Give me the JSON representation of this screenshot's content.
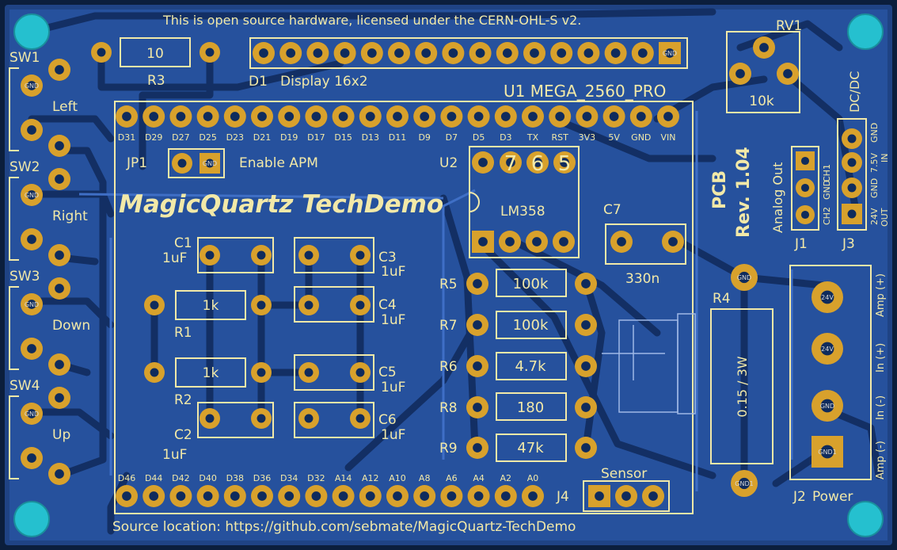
{
  "board": {
    "license_text": "This is open source hardware, licensed under the CERN-OHL-S v2.",
    "title": "MagicQuartz TechDemo",
    "source_text": "Source location: https://github.com/sebmate/MagicQuartz-TechDemo",
    "pcb_label": "PCB",
    "rev_label": "Rev. 1.04",
    "analog_out_label": "Analog Out",
    "dcdc_label": "DC/DC",
    "enable_apm": "Enable APM",
    "display_label": "Display 16x2",
    "u1_label": "U1 MEGA_2560_PRO",
    "sensor_label": "Sensor"
  },
  "switches": [
    {
      "ref": "SW1",
      "name": "Left"
    },
    {
      "ref": "SW2",
      "name": "Right"
    },
    {
      "ref": "SW3",
      "name": "Down"
    },
    {
      "ref": "SW4",
      "name": "Up"
    }
  ],
  "resistors": [
    {
      "ref": "R3",
      "value": "10"
    },
    {
      "ref": "R1",
      "value": "1k"
    },
    {
      "ref": "R2",
      "value": "1k"
    },
    {
      "ref": "R5",
      "value": "100k"
    },
    {
      "ref": "R7",
      "value": "100k"
    },
    {
      "ref": "R6",
      "value": "4.7k"
    },
    {
      "ref": "R8",
      "value": "180"
    },
    {
      "ref": "R9",
      "value": "47k"
    },
    {
      "ref": "R4",
      "value": "0.15 / 3W"
    },
    {
      "ref": "RV1",
      "value": "10k"
    }
  ],
  "capacitors": [
    {
      "ref": "C1",
      "value": "1uF"
    },
    {
      "ref": "C2",
      "value": "1uF"
    },
    {
      "ref": "C3",
      "value": "1uF"
    },
    {
      "ref": "C4",
      "value": "1uF"
    },
    {
      "ref": "C5",
      "value": "1uF"
    },
    {
      "ref": "C6",
      "value": "1uF"
    },
    {
      "ref": "C7",
      "value": "330n"
    }
  ],
  "ics": {
    "u2_ref": "U2",
    "u2_value": "LM358",
    "u2_pins": [
      "7",
      "6",
      "5"
    ]
  },
  "refs": {
    "d1": "D1",
    "jp1": "JP1",
    "j1": "J1",
    "j2": "J2",
    "j2_power": "Power",
    "j3": "J3",
    "j4": "J4"
  },
  "top_header_labels": [
    "D31",
    "D29",
    "D27",
    "D25",
    "D23",
    "D21",
    "D19",
    "D17",
    "D15",
    "D13",
    "D11",
    "D9",
    "D7",
    "D5",
    "D3",
    "TX",
    "RST",
    "3V3",
    "5V",
    "GND",
    "VIN"
  ],
  "bottom_header_labels": [
    "D46",
    "D44",
    "D42",
    "D40",
    "D38",
    "D36",
    "D34",
    "D32",
    "A14",
    "A12",
    "A10",
    "A8",
    "A6",
    "A4",
    "A2",
    "A0"
  ],
  "j1_labels": [
    "CH1",
    "GND",
    "CH2",
    "GND"
  ],
  "j3_labels": [
    "GND",
    "7.5V",
    "IN",
    "GND",
    "24V",
    "OUT"
  ],
  "j2_labels": [
    "Amp (+)",
    "In (+)",
    "In (-)",
    "Amp (-)"
  ],
  "pad_texts": {
    "gnd": "GND",
    "gnd1": "GND1",
    "v24": "24V"
  },
  "colors": {
    "board": "#1c3f7a",
    "copper_fill": "#2a56a6",
    "trace": "#0f2b5c",
    "pad": "#d8a12c",
    "silk": "#f2e9a8",
    "mount": "#25c0cf"
  }
}
